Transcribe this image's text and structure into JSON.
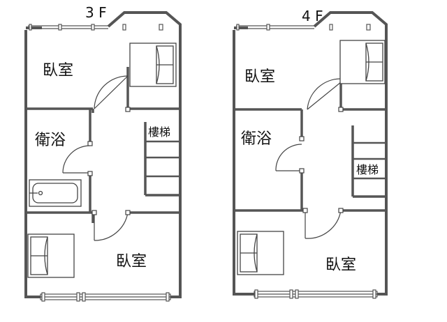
{
  "floors": [
    {
      "floor_label": "3 F",
      "rooms": {
        "top_bedroom": "臥室",
        "bathroom": "衛浴",
        "stairs": "樓梯",
        "bottom_bedroom": "臥室"
      }
    },
    {
      "floor_label": "4 F",
      "rooms": {
        "top_bedroom": "臥室",
        "bathroom": "衛浴",
        "stairs": "樓梯",
        "bottom_bedroom": "臥室"
      }
    }
  ],
  "colors": {
    "wall": "#555555",
    "line": "#333333",
    "background": "#ffffff"
  }
}
